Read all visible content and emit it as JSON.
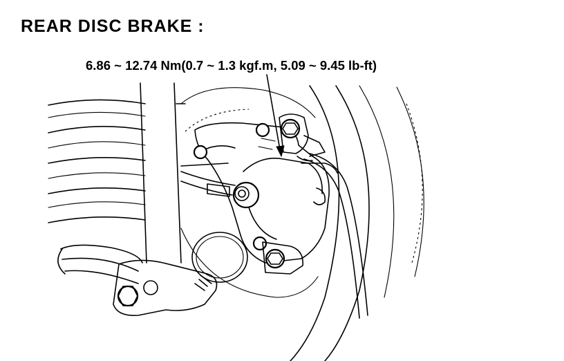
{
  "heading": "REAR DISC BRAKE :",
  "torque_spec": "6.86 ~ 12.74 Nm(0.7 ~ 1.3 kgf.m, 5.09 ~ 9.45 lb-ft)",
  "callout": {
    "target": "caliper bleeder / mounting bolt"
  }
}
